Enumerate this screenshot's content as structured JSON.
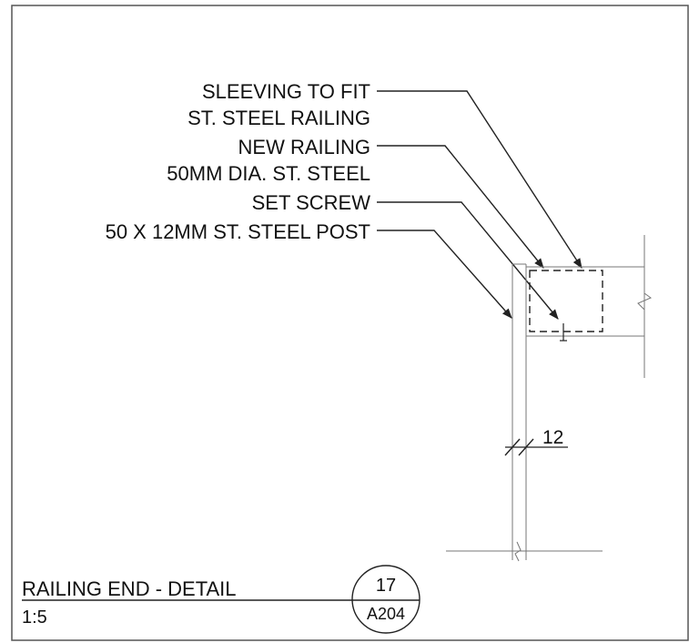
{
  "callouts": [
    {
      "line1": "SLEEVING TO FIT",
      "line2": "ST. STEEL RAILING"
    },
    {
      "line1": "NEW RAILING",
      "line2": "50MM DIA. ST. STEEL"
    },
    {
      "line1": "SET SCREW",
      "line2": ""
    },
    {
      "line1": "50 X 12MM ST. STEEL POST",
      "line2": ""
    }
  ],
  "dimension": {
    "value": "12"
  },
  "title_block": {
    "title": "RAILING END - DETAIL",
    "scale": "1:5",
    "detail_number": "17",
    "sheet_number": "A204"
  },
  "colors": {
    "linework": "#222222",
    "border": "#555555"
  }
}
